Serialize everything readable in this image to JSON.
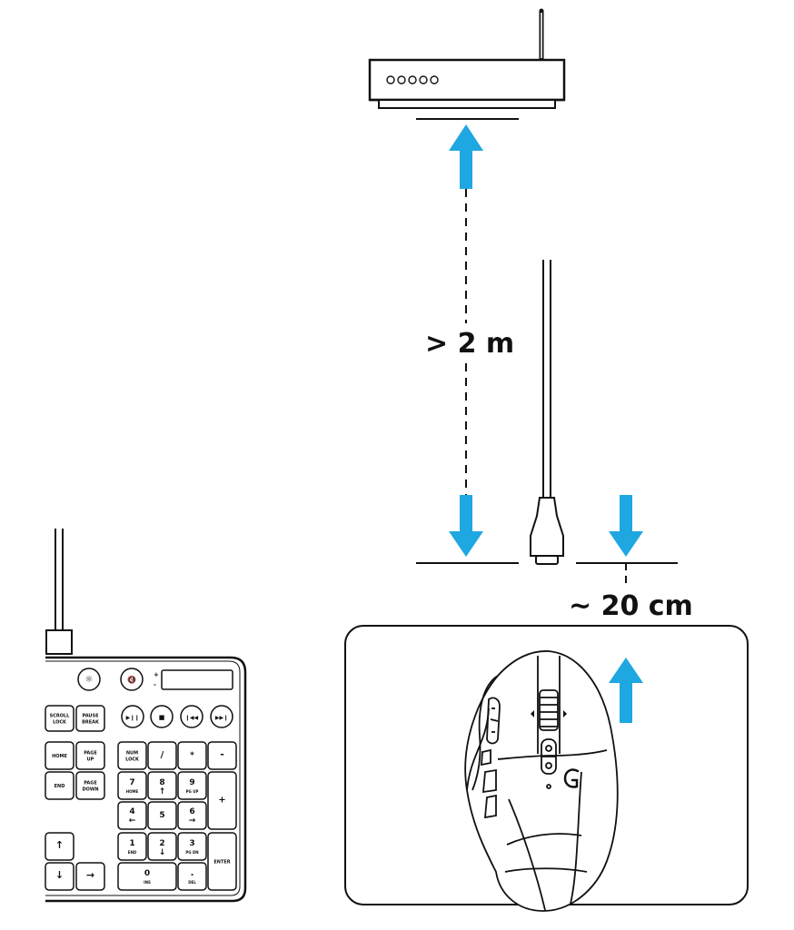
{
  "measurements": {
    "router_distance": "> 2 m",
    "receiver_distance": "~ 20 cm"
  },
  "colors": {
    "arrow": "#1ea7e1",
    "line": "#111111"
  },
  "keyboard": {
    "keys": {
      "scroll_lock_1": "SCROLL",
      "scroll_lock_2": "LOCK",
      "pause_1": "PAUSE",
      "pause_2": "BREAK",
      "home": "HOME",
      "pgup_1": "PAGE",
      "pgup_2": "UP",
      "end": "END",
      "pgdn_1": "PAGE",
      "pgdn_2": "DOWN",
      "numlock_1": "NUM",
      "numlock_2": "LOCK",
      "div": "/",
      "mul": "*",
      "minus": "-",
      "plus": "+",
      "enter": "ENTER",
      "n7": "7",
      "n7_sub": "HOME",
      "n8": "8",
      "n8_sub": "↑",
      "n9": "9",
      "n9_sub": "PG UP",
      "n4": "4",
      "n4_sub": "←",
      "n5": "5",
      "n6": "6",
      "n6_sub": "→",
      "n1": "1",
      "n1_sub": "END",
      "n2": "2",
      "n2_sub": "↓",
      "n3": "3",
      "n3_sub": "PG DN",
      "n0": "0",
      "n0_sub": "INS",
      "dot": ".",
      "dot_sub": "DEL",
      "up": "↑",
      "down": "↓",
      "right": "→",
      "media_play": "▶❙❙",
      "media_stop": "■",
      "media_prev": "❙◀◀",
      "media_next": "▶▶❙",
      "brightness": "☼",
      "mute": "🔇",
      "ind_plus": "+",
      "ind_minus": "-"
    }
  },
  "router": {
    "leds": 5
  }
}
